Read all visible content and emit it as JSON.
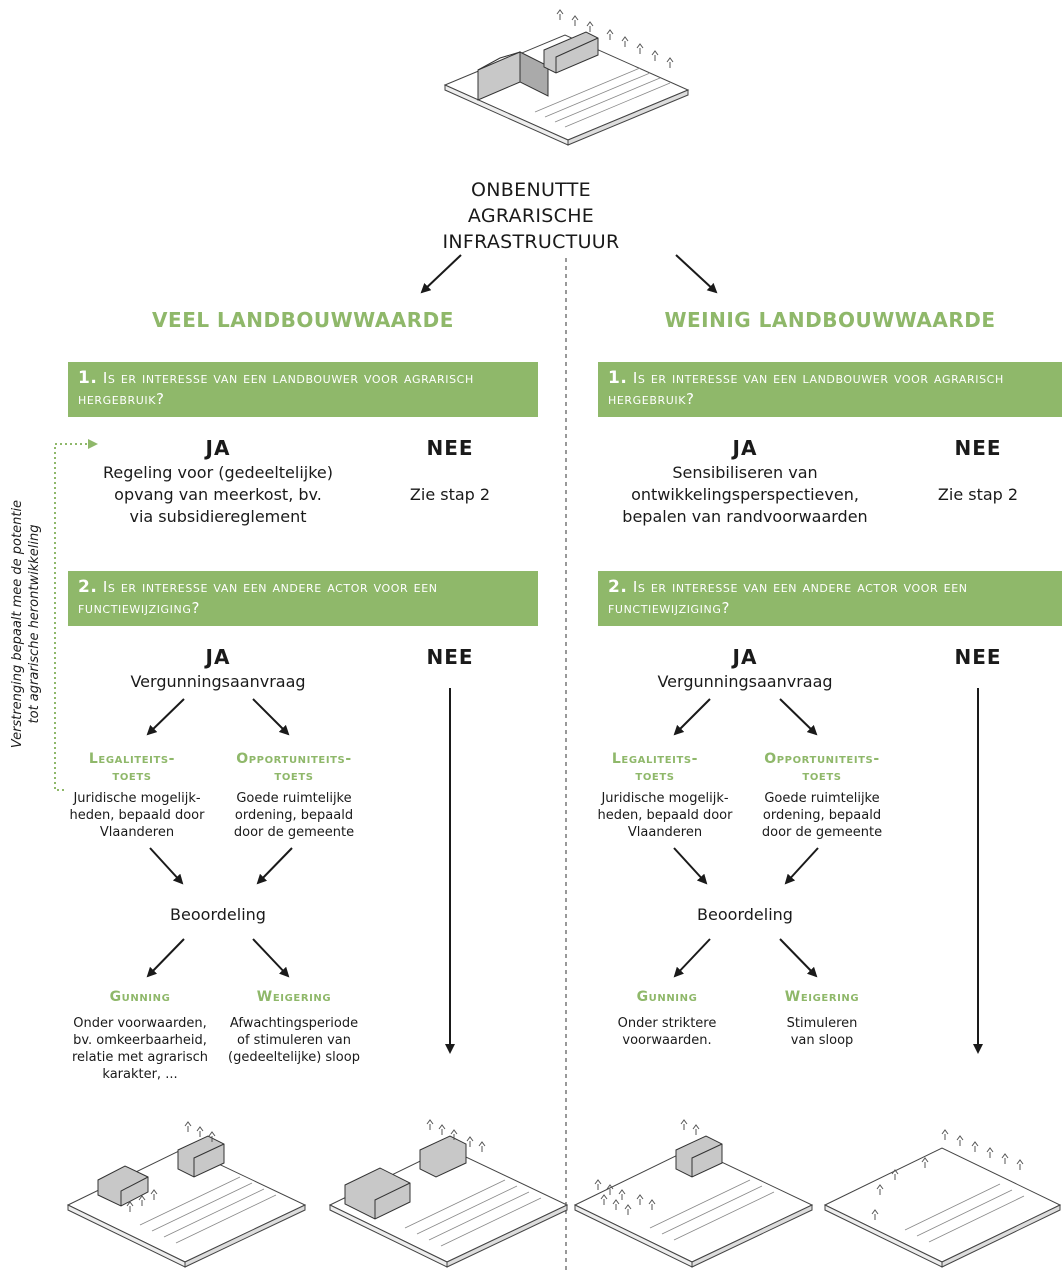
{
  "top_title": [
    "ONBENUTTE",
    "AGRARISCHE",
    "INFRASTRUCTUUR"
  ],
  "side_note": [
    "Verstrenging bepaalt mee de potentie",
    "tot agrarische herontwikkeling"
  ],
  "columns": [
    {
      "heading": "VEEL LANDBOUWWAARDE",
      "q1": {
        "number": "1.",
        "text": "Is er interesse van een landbouwer voor agrarisch hergebruik?"
      },
      "q1_ja": "JA",
      "q1_ja_text": [
        "Regeling voor (gedeeltelijke)",
        "opvang van meerkost, bv.",
        "via subsidiereglement"
      ],
      "q1_nee": "NEE",
      "q1_nee_text": "Zie stap 2",
      "q2": {
        "number": "2.",
        "text": "Is er interesse van een andere actor voor een functiewijziging?"
      },
      "q2_ja": "JA",
      "q2_nee": "NEE",
      "aanvraag": "Vergunningsaanvraag",
      "legaliteit_label": [
        "Legaliteits-",
        "toets"
      ],
      "legaliteit_text": [
        "Juridische mogelijk-",
        "heden, bepaald door",
        "Vlaanderen"
      ],
      "opportuniteit_label": [
        "Opportuniteits-",
        "toets"
      ],
      "opportuniteit_text": [
        "Goede ruimtelijke",
        "ordening, bepaald",
        "door de gemeente"
      ],
      "beoordeling": "Beoordeling",
      "gunning_label": "Gunning",
      "gunning_text": [
        "Onder voorwaarden,",
        "bv. omkeerbaarheid,",
        "relatie met agrarisch",
        "karakter, ..."
      ],
      "weigering_label": "Weigering",
      "weigering_text": [
        "Afwachtingsperiode",
        "of stimuleren van",
        "(gedeeltelijke) sloop"
      ]
    },
    {
      "heading": "WEINIG LANDBOUWWAARDE",
      "q1": {
        "number": "1.",
        "text": "Is er interesse van een landbouwer voor agrarisch hergebruik?"
      },
      "q1_ja": "JA",
      "q1_ja_text": [
        "Sensibiliseren van",
        "ontwikkelingsperspectieven,",
        "bepalen van randvoorwaarden"
      ],
      "q1_nee": "NEE",
      "q1_nee_text": "Zie stap 2",
      "q2": {
        "number": "2.",
        "text": "Is er interesse van een andere actor voor een functiewijziging?"
      },
      "q2_ja": "JA",
      "q2_nee": "NEE",
      "aanvraag": "Vergunningsaanvraag",
      "legaliteit_label": [
        "Legaliteits-",
        "toets"
      ],
      "legaliteit_text": [
        "Juridische mogelijk-",
        "heden, bepaald door",
        "Vlaanderen"
      ],
      "opportuniteit_label": [
        "Opportuniteits-",
        "toets"
      ],
      "opportuniteit_text": [
        "Goede ruimtelijke",
        "ordening, bepaald",
        "door de gemeente"
      ],
      "beoordeling": "Beoordeling",
      "gunning_label": "Gunning",
      "gunning_text": [
        "Onder striktere",
        "voorwaarden."
      ],
      "weigering_label": "Weigering",
      "weigering_text": [
        "Stimuleren",
        "van sloop"
      ]
    }
  ],
  "colors": {
    "accent": "#8fb86a",
    "text": "#1a1a1a",
    "building": "#c8c8c8"
  }
}
